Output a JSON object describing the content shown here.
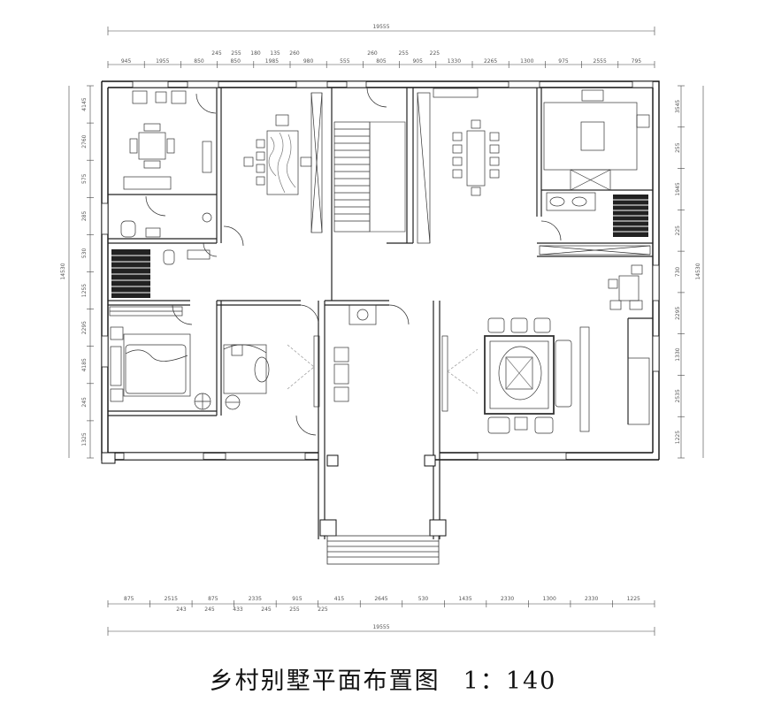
{
  "title": "乡村别墅平面布置图",
  "scale": "1：140",
  "dims": {
    "top_overall": "19555",
    "bottom_overall": "19555",
    "top_row1": [
      "945",
      "1955",
      "850",
      "850",
      "1985",
      "980",
      "555",
      "805",
      "905",
      "1330",
      "2265",
      "1300",
      "975",
      "2555",
      "795"
    ],
    "top_row2": [
      "245",
      "255",
      "180",
      "135",
      "260",
      "260",
      "255",
      "225"
    ],
    "bottom_row": [
      "875",
      "2515",
      "875",
      "2335",
      "915",
      "415",
      "2645",
      "530",
      "1435",
      "2330",
      "1300",
      "2330",
      "1225"
    ],
    "bottom_row2": [
      "243",
      "245",
      "433",
      "245",
      "255",
      "225"
    ],
    "left_col": [
      "4145",
      "2760",
      "575",
      "285",
      "530",
      "1255",
      "2295",
      "4185",
      "245",
      "1325"
    ],
    "left_total": "14530",
    "right_col": [
      "3545",
      "255",
      "1945",
      "225",
      "730",
      "2295",
      "1330",
      "2535",
      "1225"
    ],
    "right_total": "14530"
  }
}
